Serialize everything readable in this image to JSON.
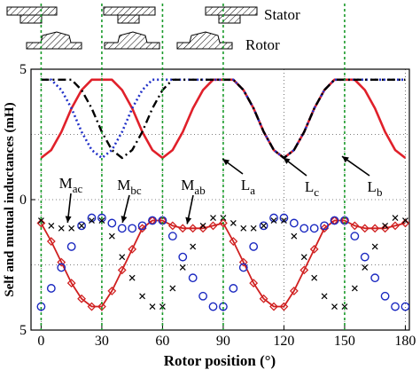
{
  "chart_data": {
    "type": "line",
    "xlabel": "Rotor position (°)",
    "ylabel": "Self and mutual inductances (mH)",
    "xlim": [
      -5,
      182
    ],
    "ylim": [
      -5,
      5
    ],
    "x_ticks": [
      0,
      30,
      60,
      90,
      120,
      150,
      180
    ],
    "x_tick_labels": [
      "0",
      "30",
      "60",
      "90",
      "120",
      "150",
      "180"
    ],
    "y_ticks": [
      5,
      0,
      -5
    ],
    "y_tick_labels": [
      "5",
      "0",
      "5"
    ],
    "grid": "dotted",
    "aligned_positions": [
      0,
      30,
      60,
      90,
      150
    ],
    "schematic_labels": {
      "stator": "Stator",
      "rotor": "Rotor"
    },
    "series": [
      {
        "name": "La",
        "label": "L_a",
        "color": "#e0202a",
        "style": "solid",
        "x": [
          0,
          5,
          10,
          15,
          20,
          25,
          30,
          35,
          40,
          45,
          50,
          55,
          60,
          65,
          70,
          75,
          80,
          85,
          90,
          95,
          100,
          105,
          110,
          115,
          120,
          125,
          130,
          135,
          140,
          145,
          150,
          155,
          160,
          165,
          170,
          175,
          180
        ],
        "y": [
          1.6,
          1.9,
          2.6,
          3.5,
          4.2,
          4.6,
          4.6,
          4.6,
          4.2,
          3.5,
          2.6,
          1.9,
          1.6,
          1.9,
          2.6,
          3.5,
          4.2,
          4.6,
          4.6,
          4.6,
          4.2,
          3.5,
          2.6,
          1.9,
          1.6,
          1.9,
          2.6,
          3.5,
          4.2,
          4.6,
          4.6,
          4.6,
          4.2,
          3.5,
          2.6,
          1.9,
          1.6
        ]
      },
      {
        "name": "Lb",
        "label": "L_b",
        "color": "#2030c8",
        "style": "dotted",
        "x": [
          0,
          5,
          10,
          15,
          20,
          25,
          30,
          35,
          40,
          45,
          50,
          55,
          60,
          65,
          70,
          75,
          80,
          85,
          90,
          95,
          100,
          105,
          110,
          115,
          120,
          125,
          130,
          135,
          140,
          145,
          150,
          155,
          160,
          165,
          170,
          175,
          180
        ],
        "y": [
          4.6,
          4.6,
          4.2,
          3.5,
          2.6,
          1.9,
          1.6,
          1.9,
          2.6,
          3.5,
          4.2,
          4.6,
          4.6,
          4.6,
          4.6,
          4.6,
          4.6,
          4.6,
          4.6,
          4.6,
          4.2,
          3.5,
          2.6,
          1.9,
          1.6,
          1.9,
          2.6,
          3.5,
          4.2,
          4.6,
          4.6,
          4.6,
          4.6,
          4.6,
          4.6,
          4.6,
          4.6
        ]
      },
      {
        "name": "Lc",
        "label": "L_c",
        "color": "#000000",
        "style": "dashdot",
        "x": [
          0,
          5,
          10,
          15,
          20,
          25,
          30,
          35,
          40,
          45,
          50,
          55,
          60,
          65,
          70,
          75,
          80,
          85,
          90,
          95,
          100,
          105,
          110,
          115,
          120,
          125,
          130,
          135,
          140,
          145,
          150,
          155,
          160,
          165,
          170,
          175,
          180
        ],
        "y": [
          4.6,
          4.6,
          4.6,
          4.6,
          4.2,
          3.5,
          2.6,
          1.9,
          1.6,
          1.9,
          2.6,
          3.5,
          4.2,
          4.6,
          4.6,
          4.6,
          4.6,
          4.6,
          4.6,
          4.6,
          4.2,
          3.5,
          2.6,
          1.9,
          1.6,
          1.9,
          2.6,
          3.5,
          4.2,
          4.6,
          4.6,
          4.6,
          4.6,
          4.6,
          4.6,
          4.6,
          4.6
        ]
      },
      {
        "name": "Mab",
        "label": "M_ab",
        "color": "#d02020",
        "style": "diamond-line",
        "x": [
          0,
          5,
          10,
          15,
          20,
          25,
          30,
          35,
          40,
          45,
          50,
          55,
          60,
          65,
          70,
          75,
          80,
          85,
          90,
          95,
          100,
          105,
          110,
          115,
          120,
          125,
          130,
          135,
          140,
          145,
          150,
          155,
          160,
          165,
          170,
          175,
          180
        ],
        "y": [
          -0.9,
          -1.6,
          -2.4,
          -3.2,
          -3.8,
          -4.1,
          -4.1,
          -3.5,
          -2.7,
          -1.9,
          -1.1,
          -0.8,
          -0.8,
          -1.0,
          -1.1,
          -1.1,
          -1.1,
          -1.0,
          -0.9,
          -1.6,
          -2.4,
          -3.2,
          -3.8,
          -4.1,
          -4.1,
          -3.5,
          -2.7,
          -1.9,
          -1.1,
          -0.8,
          -0.8,
          -1.0,
          -1.1,
          -1.1,
          -1.1,
          -1.0,
          -0.9
        ]
      },
      {
        "name": "Mbc",
        "label": "M_bc",
        "color": "#1a28c0",
        "style": "circle",
        "x": [
          0,
          5,
          10,
          15,
          20,
          25,
          30,
          35,
          40,
          45,
          50,
          55,
          60,
          65,
          70,
          75,
          80,
          85,
          90,
          95,
          100,
          105,
          110,
          115,
          120,
          125,
          130,
          135,
          140,
          145,
          150,
          155,
          160,
          165,
          170,
          175,
          180
        ],
        "y": [
          -4.1,
          -3.4,
          -2.6,
          -1.8,
          -1.0,
          -0.7,
          -0.7,
          -0.9,
          -1.1,
          -1.1,
          -1.0,
          -0.8,
          -0.8,
          -1.4,
          -2.2,
          -3.0,
          -3.7,
          -4.1,
          -4.1,
          -3.4,
          -2.6,
          -1.8,
          -1.0,
          -0.7,
          -0.7,
          -0.9,
          -1.1,
          -1.1,
          -1.0,
          -0.8,
          -0.8,
          -1.4,
          -2.2,
          -3.0,
          -3.7,
          -4.1,
          -4.1
        ]
      },
      {
        "name": "Mac",
        "label": "M_ac",
        "color": "#000000",
        "style": "cross",
        "x": [
          0,
          5,
          10,
          15,
          20,
          25,
          30,
          35,
          40,
          45,
          50,
          55,
          60,
          65,
          70,
          75,
          80,
          85,
          90,
          95,
          100,
          105,
          110,
          115,
          120,
          125,
          130,
          135,
          140,
          145,
          150,
          155,
          160,
          165,
          170,
          175,
          180
        ],
        "y": [
          -0.8,
          -1.0,
          -1.1,
          -1.1,
          -1.0,
          -0.8,
          -0.8,
          -1.4,
          -2.2,
          -3.0,
          -3.7,
          -4.1,
          -4.1,
          -3.4,
          -2.6,
          -1.8,
          -1.0,
          -0.7,
          -0.7,
          -0.9,
          -1.1,
          -1.1,
          -1.0,
          -0.8,
          -0.8,
          -1.4,
          -2.2,
          -3.0,
          -3.7,
          -4.1,
          -4.1,
          -3.4,
          -2.6,
          -1.8,
          -1.0,
          -0.7,
          -0.8
        ]
      }
    ],
    "annotations": [
      {
        "series": "Mac",
        "main": "M",
        "sub": "ac",
        "x": 13,
        "y": -0.95
      },
      {
        "series": "Mbc",
        "main": "M",
        "sub": "bc",
        "x": 40,
        "y": -0.95
      },
      {
        "series": "Mab",
        "main": "M",
        "sub": "ab",
        "x": 72,
        "y": -1.0
      },
      {
        "series": "La",
        "main": "L",
        "sub": "a",
        "x": 89,
        "y": 1.6
      },
      {
        "series": "Lc",
        "main": "L",
        "sub": "c",
        "x": 119,
        "y": 1.65
      },
      {
        "series": "Lb",
        "main": "L",
        "sub": "b",
        "x": 148,
        "y": 1.7
      }
    ]
  }
}
